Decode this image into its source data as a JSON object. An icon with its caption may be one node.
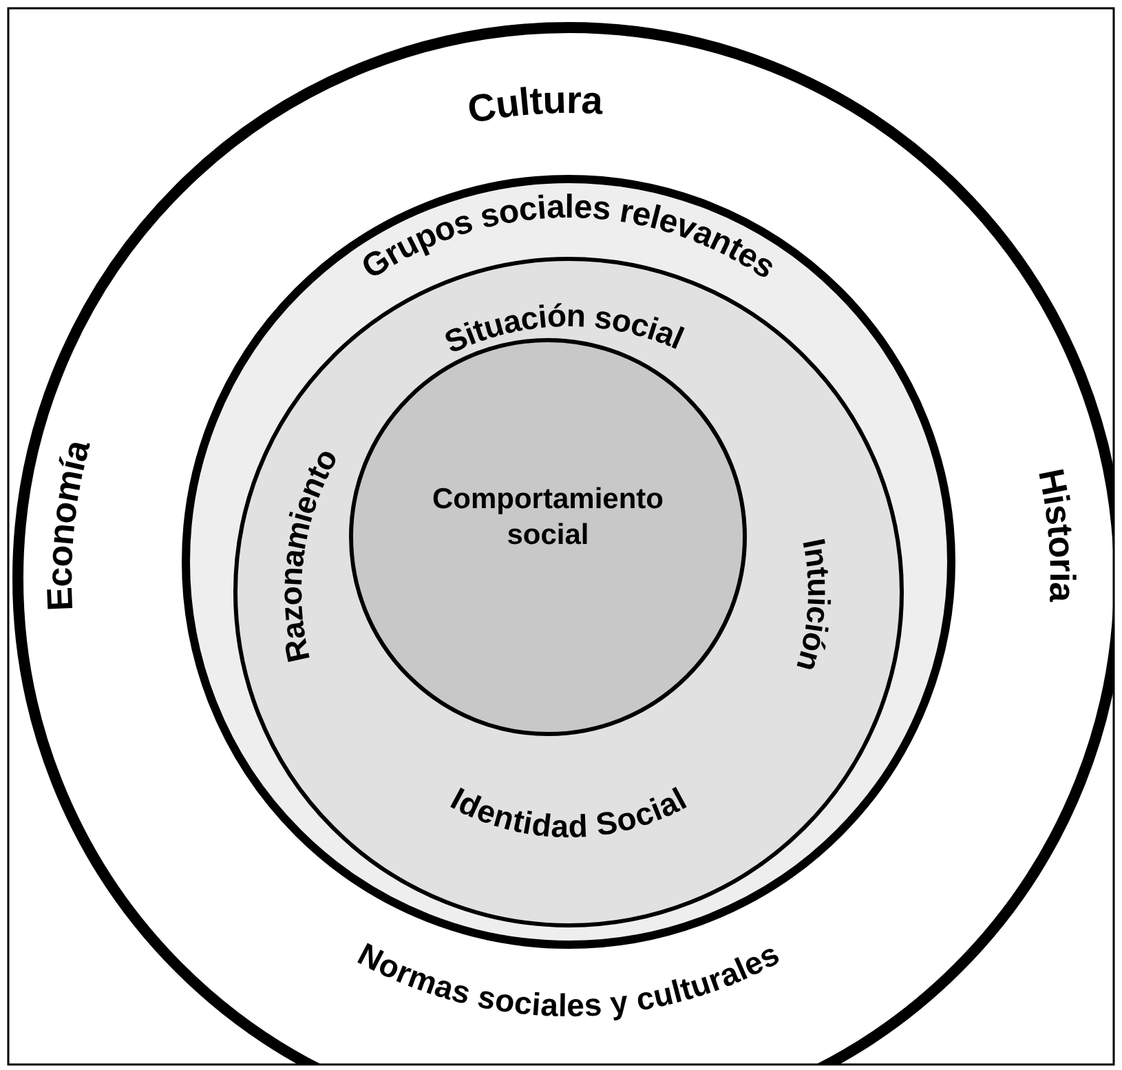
{
  "diagram": {
    "nodes": [
      {
        "text": [
          "Cultura",
          "Economía",
          "Historia",
          "Normas sociales y culturales"
        ]
      },
      {
        "text": [
          "Grupos sociales relevantes"
        ],
        "in": 0
      },
      {
        "text": [
          "Situación social",
          "Razonamiento",
          "Intuición",
          "Identidad Social"
        ],
        "in": 1
      },
      {
        "text": [
          "Comportamiento social"
        ],
        "in": 2
      }
    ]
  }
}
